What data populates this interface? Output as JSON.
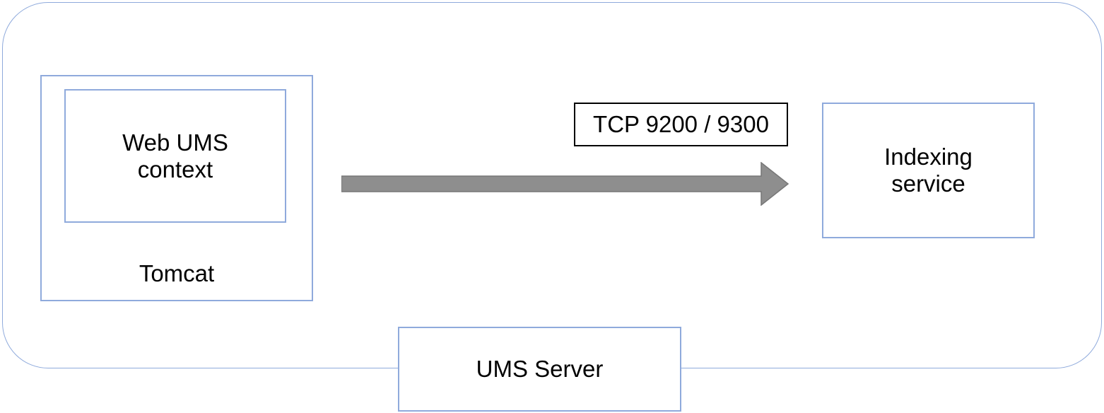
{
  "diagram": {
    "boxes": {
      "web_ums_context": {
        "label": "Web UMS\ncontext"
      },
      "tomcat": {
        "label": "Tomcat"
      },
      "connection": {
        "label": "TCP 9200 / 9300"
      },
      "indexing_service": {
        "label": "Indexing\nservice"
      },
      "ums_server": {
        "label": "UMS Server"
      }
    },
    "arrow": {
      "direction": "right",
      "from": "tomcat",
      "to": "indexing_service"
    },
    "colors": {
      "node_border": "#8FAADC",
      "connection_label_border": "#000000",
      "arrow_fill": "#8E8E8E",
      "arrow_outline": "#777777",
      "text": "#000000",
      "background": "#FFFFFF"
    }
  }
}
